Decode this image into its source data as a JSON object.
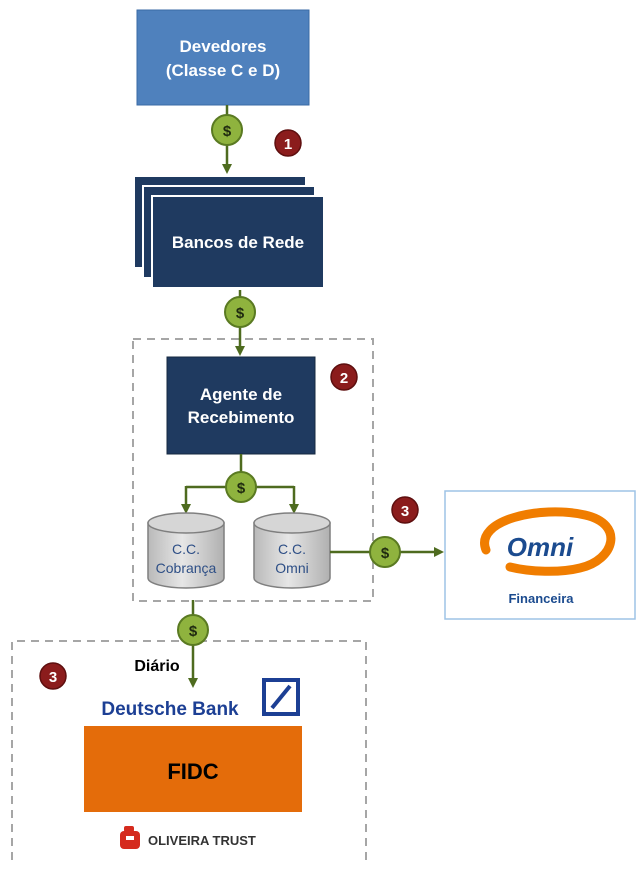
{
  "devedores": {
    "line1": "Devedores",
    "line2": "(Classe C e D)"
  },
  "bancos": {
    "label": "Bancos de Rede"
  },
  "agente": {
    "line1": "Agente de",
    "line2": "Recebimento"
  },
  "cc_cobranca": {
    "line1": "C.C.",
    "line2": "Cobrança"
  },
  "cc_omni": {
    "line1": "C.C.",
    "line2": "Omni"
  },
  "money_symbol": "$",
  "steps": {
    "step1": "1",
    "step2": "2",
    "step3a": "3",
    "step3b": "3"
  },
  "omni": {
    "logo_text": "Omni",
    "subtitle": "Financeira"
  },
  "fidc_section": {
    "frequency": "Diário",
    "custodian": "Deutsche Bank",
    "fund": "FIDC",
    "administrator": "OLIVEIRA TRUST"
  },
  "colors": {
    "light_blue_box": "#4f81bd",
    "dark_blue_box": "#1f3a60",
    "coin_fill": "#8fb33e",
    "arrow": "#4e6b1f",
    "badge": "#8b1c1c",
    "fidc_orange": "#e46c0a",
    "omni_orange": "#f07d00",
    "omni_blue": "#1b4b8f",
    "deutsche_blue": "#1c3f94",
    "oliveira_red": "#d52b1e"
  }
}
